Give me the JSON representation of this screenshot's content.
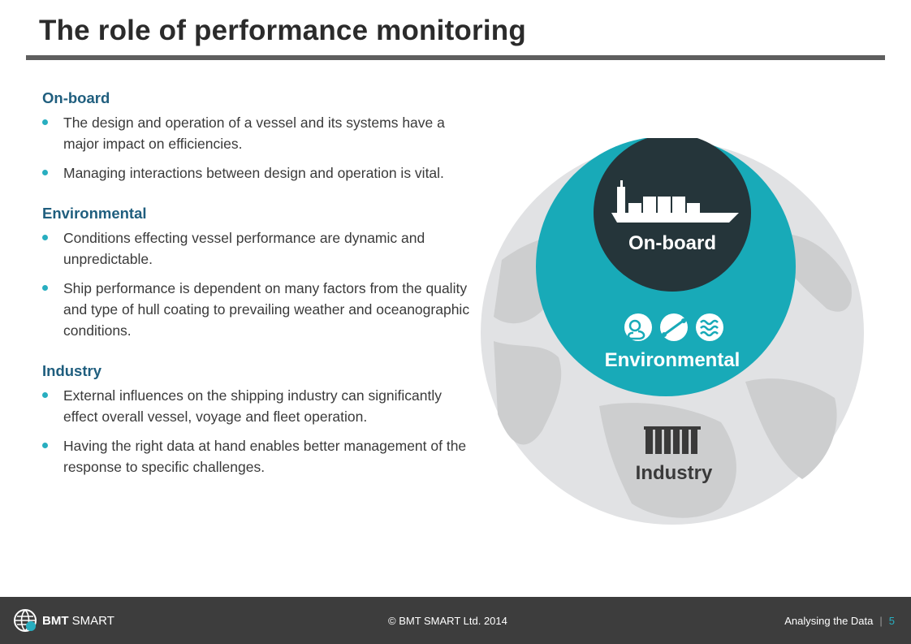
{
  "slide": {
    "title": "The role of performance monitoring"
  },
  "sections": [
    {
      "heading": "On-board",
      "bullets": [
        "The design and operation of a vessel and its systems have a major impact on efficiencies.",
        "Managing interactions between design and operation is vital."
      ]
    },
    {
      "heading": "Environmental",
      "bullets": [
        "Conditions effecting vessel performance are dynamic and unpredictable.",
        "Ship performance is dependent on many factors from the quality and type of hull coating to prevailing weather and oceanographic conditions."
      ]
    },
    {
      "heading": "Industry",
      "bullets": [
        "External influences on the shipping industry can significantly effect overall vessel, voyage and fleet operation.",
        "Having the right data at hand enables better management of the response to specific challenges."
      ]
    }
  ],
  "diagram": {
    "inner_label": "On-board",
    "middle_label": "Environmental",
    "outer_label": "Industry",
    "icons": [
      "ship-icon",
      "weather-icon",
      "wind-icon",
      "waves-icon",
      "containers-icon"
    ],
    "colors": {
      "inner": "#25353a",
      "middle": "#18aab8",
      "outer": "#e1e2e4",
      "land": "#cdcecf",
      "outer_text": "#3a3a3a"
    }
  },
  "footer": {
    "logo_bold": "BMT",
    "logo_light": " SMART",
    "copyright": "© BMT SMART Ltd. 2014",
    "section_name": "Analysing the Data",
    "separator": "|",
    "page_number": "5"
  }
}
